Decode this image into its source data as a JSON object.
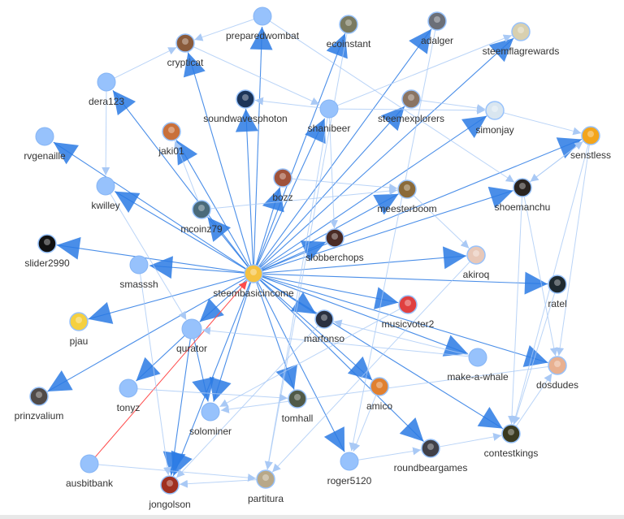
{
  "graph": {
    "hub": "steembasicincome",
    "colors": {
      "edge": "#2a7ae4",
      "edge_light": "#a9c9f5",
      "node_plain": "#97c2fc",
      "highlight_edge": "#ff4b4b",
      "label": "#333333"
    },
    "nodes": [
      {
        "id": "steembasicincome",
        "avatar": true,
        "color": "#f5c242"
      },
      {
        "id": "preparedwombat",
        "avatar": false
      },
      {
        "id": "crypticat",
        "avatar": true,
        "color": "#8a5a3a"
      },
      {
        "id": "ecoinstant",
        "avatar": true,
        "color": "#7a7a60"
      },
      {
        "id": "adalger",
        "avatar": true,
        "color": "#6b6f78"
      },
      {
        "id": "steemflagrewards",
        "avatar": true,
        "color": "#d8d0b0"
      },
      {
        "id": "dera123",
        "avatar": false
      },
      {
        "id": "soundwavesphoton",
        "avatar": true,
        "color": "#1c3458"
      },
      {
        "id": "shanibeer",
        "avatar": false
      },
      {
        "id": "steemexplorers",
        "avatar": true,
        "color": "#8a7462"
      },
      {
        "id": "simonjay",
        "avatar": true,
        "color": "#d9e6f0"
      },
      {
        "id": "senstless",
        "avatar": true,
        "color": "#f3a51b"
      },
      {
        "id": "rvgenaille",
        "avatar": false
      },
      {
        "id": "jaki01",
        "avatar": true,
        "color": "#c9703a"
      },
      {
        "id": "bozz",
        "avatar": true,
        "color": "#a0523a"
      },
      {
        "id": "kwilley",
        "avatar": false
      },
      {
        "id": "meesterboom",
        "avatar": true,
        "color": "#8a6a3a"
      },
      {
        "id": "shoemanchu",
        "avatar": true,
        "color": "#2a2420"
      },
      {
        "id": "mcoinz79",
        "avatar": true,
        "color": "#4a6a7a"
      },
      {
        "id": "slobberchops",
        "avatar": true,
        "color": "#4a2a24"
      },
      {
        "id": "slider2990",
        "avatar": true,
        "color": "#111111"
      },
      {
        "id": "smasssh",
        "avatar": false
      },
      {
        "id": "akiroq",
        "avatar": true,
        "color": "#e8c8b8"
      },
      {
        "id": "ratel",
        "avatar": true,
        "color": "#1e2a30"
      },
      {
        "id": "pjau",
        "avatar": true,
        "color": "#f5d040"
      },
      {
        "id": "qurator",
        "avatar": false
      },
      {
        "id": "marfonso",
        "avatar": true,
        "color": "#2a3040"
      },
      {
        "id": "musicvoter2",
        "avatar": true,
        "color": "#e04040"
      },
      {
        "id": "make-a-whale",
        "avatar": false
      },
      {
        "id": "dosdudes",
        "avatar": true,
        "color": "#e8b090"
      },
      {
        "id": "prinzvalium",
        "avatar": true,
        "color": "#504a48"
      },
      {
        "id": "tonyz",
        "avatar": false
      },
      {
        "id": "tomhall",
        "avatar": true,
        "color": "#505a48"
      },
      {
        "id": "amico",
        "avatar": true,
        "color": "#e08030"
      },
      {
        "id": "solominer",
        "avatar": false
      },
      {
        "id": "contestkings",
        "avatar": true,
        "color": "#3a3a20"
      },
      {
        "id": "roundbeargames",
        "avatar": true,
        "color": "#404048"
      },
      {
        "id": "roger5120",
        "avatar": false
      },
      {
        "id": "ausbitbank",
        "avatar": false
      },
      {
        "id": "jongolson",
        "avatar": true,
        "color": "#a03020"
      },
      {
        "id": "partitura",
        "avatar": true,
        "color": "#b8a888"
      }
    ],
    "edges": [
      [
        "steembasicincome",
        "preparedwombat",
        "strong"
      ],
      [
        "steembasicincome",
        "crypticat",
        "strong"
      ],
      [
        "steembasicincome",
        "ecoinstant",
        "strong"
      ],
      [
        "steembasicincome",
        "adalger",
        "strong"
      ],
      [
        "steembasicincome",
        "steemflagrewards",
        "strong"
      ],
      [
        "steembasicincome",
        "dera123",
        "strong"
      ],
      [
        "steembasicincome",
        "soundwavesphoton",
        "strong"
      ],
      [
        "steembasicincome",
        "shanibeer",
        "strong"
      ],
      [
        "steembasicincome",
        "steemexplorers",
        "strong"
      ],
      [
        "steembasicincome",
        "simonjay",
        "strong"
      ],
      [
        "steembasicincome",
        "senstless",
        "strong"
      ],
      [
        "steembasicincome",
        "rvgenaille",
        "strong"
      ],
      [
        "steembasicincome",
        "jaki01",
        "strong"
      ],
      [
        "steembasicincome",
        "bozz",
        "strong"
      ],
      [
        "steembasicincome",
        "kwilley",
        "strong"
      ],
      [
        "steembasicincome",
        "meesterboom",
        "strong"
      ],
      [
        "steembasicincome",
        "shoemanchu",
        "strong"
      ],
      [
        "steembasicincome",
        "mcoinz79",
        "strong"
      ],
      [
        "steembasicincome",
        "slobberchops",
        "strong"
      ],
      [
        "steembasicincome",
        "slider2990",
        "strong"
      ],
      [
        "steembasicincome",
        "smasssh",
        "strong"
      ],
      [
        "steembasicincome",
        "akiroq",
        "strong"
      ],
      [
        "steembasicincome",
        "ratel",
        "strong"
      ],
      [
        "steembasicincome",
        "pjau",
        "strong"
      ],
      [
        "steembasicincome",
        "qurator",
        "strong"
      ],
      [
        "steembasicincome",
        "marfonso",
        "strong"
      ],
      [
        "steembasicincome",
        "musicvoter2",
        "strong"
      ],
      [
        "steembasicincome",
        "make-a-whale",
        "strong"
      ],
      [
        "steembasicincome",
        "dosdudes",
        "strong"
      ],
      [
        "steembasicincome",
        "prinzvalium",
        "strong"
      ],
      [
        "steembasicincome",
        "tomhall",
        "strong"
      ],
      [
        "steembasicincome",
        "amico",
        "strong"
      ],
      [
        "steembasicincome",
        "solominer",
        "strong"
      ],
      [
        "steembasicincome",
        "contestkings",
        "strong"
      ],
      [
        "steembasicincome",
        "roundbeargames",
        "strong"
      ],
      [
        "steembasicincome",
        "roger5120",
        "strong"
      ],
      [
        "steembasicincome",
        "jongolson",
        "strong"
      ],
      [
        "qurator",
        "tonyz",
        "strong"
      ],
      [
        "qurator",
        "jongolson",
        "strong"
      ],
      [
        "qurator",
        "solominer",
        "strong"
      ],
      [
        "ausbitbank",
        "steembasicincome",
        "highlight"
      ],
      [
        "preparedwombat",
        "crypticat",
        "light"
      ],
      [
        "dera123",
        "crypticat",
        "light"
      ],
      [
        "dera123",
        "kwilley",
        "light"
      ],
      [
        "shanibeer",
        "soundwavesphoton",
        "light"
      ],
      [
        "shanibeer",
        "simonjay",
        "light"
      ],
      [
        "simonjay",
        "senstless",
        "light"
      ],
      [
        "senstless",
        "shoemanchu",
        "light"
      ],
      [
        "shoemanchu",
        "senstless",
        "light"
      ],
      [
        "shanibeer",
        "steemflagrewards",
        "light"
      ],
      [
        "steemexplorers",
        "simonjay",
        "light"
      ],
      [
        "ecoinstant",
        "partitura",
        "light"
      ],
      [
        "adalger",
        "roger5120",
        "light"
      ],
      [
        "mcoinz79",
        "meesterboom",
        "light"
      ],
      [
        "mcoinz79",
        "jaki01",
        "light"
      ],
      [
        "crypticat",
        "shanibeer",
        "light"
      ],
      [
        "preparedwombat",
        "shoemanchu",
        "light"
      ],
      [
        "shoemanchu",
        "dosdudes",
        "light"
      ],
      [
        "senstless",
        "contestkings",
        "light"
      ],
      [
        "senstless",
        "dosdudes",
        "light"
      ],
      [
        "contestkings",
        "dosdudes",
        "light"
      ],
      [
        "ratel",
        "contestkings",
        "light"
      ],
      [
        "shoemanchu",
        "contestkings",
        "light"
      ],
      [
        "roundbeargames",
        "contestkings",
        "light"
      ],
      [
        "roger5120",
        "roundbeargames",
        "light"
      ],
      [
        "ausbitbank",
        "partitura",
        "light"
      ],
      [
        "partitura",
        "jongolson",
        "light"
      ],
      [
        "tonyz",
        "tomhall",
        "light"
      ],
      [
        "make-a-whale",
        "marfonso",
        "light"
      ],
      [
        "make-a-whale",
        "qurator",
        "light"
      ],
      [
        "dosdudes",
        "solominer",
        "light"
      ],
      [
        "marfonso",
        "jongolson",
        "light"
      ],
      [
        "amico",
        "roger5120",
        "light"
      ],
      [
        "akiroq",
        "partitura",
        "light"
      ],
      [
        "musicvoter2",
        "solominer",
        "light"
      ],
      [
        "smasssh",
        "jongolson",
        "light"
      ],
      [
        "kwilley",
        "qurator",
        "light"
      ],
      [
        "shanibeer",
        "slobberchops",
        "light"
      ],
      [
        "meesterboom",
        "akiroq",
        "light"
      ],
      [
        "bozz",
        "meesterboom",
        "light"
      ],
      [
        "shanibeer",
        "partitura",
        "light"
      ]
    ]
  }
}
